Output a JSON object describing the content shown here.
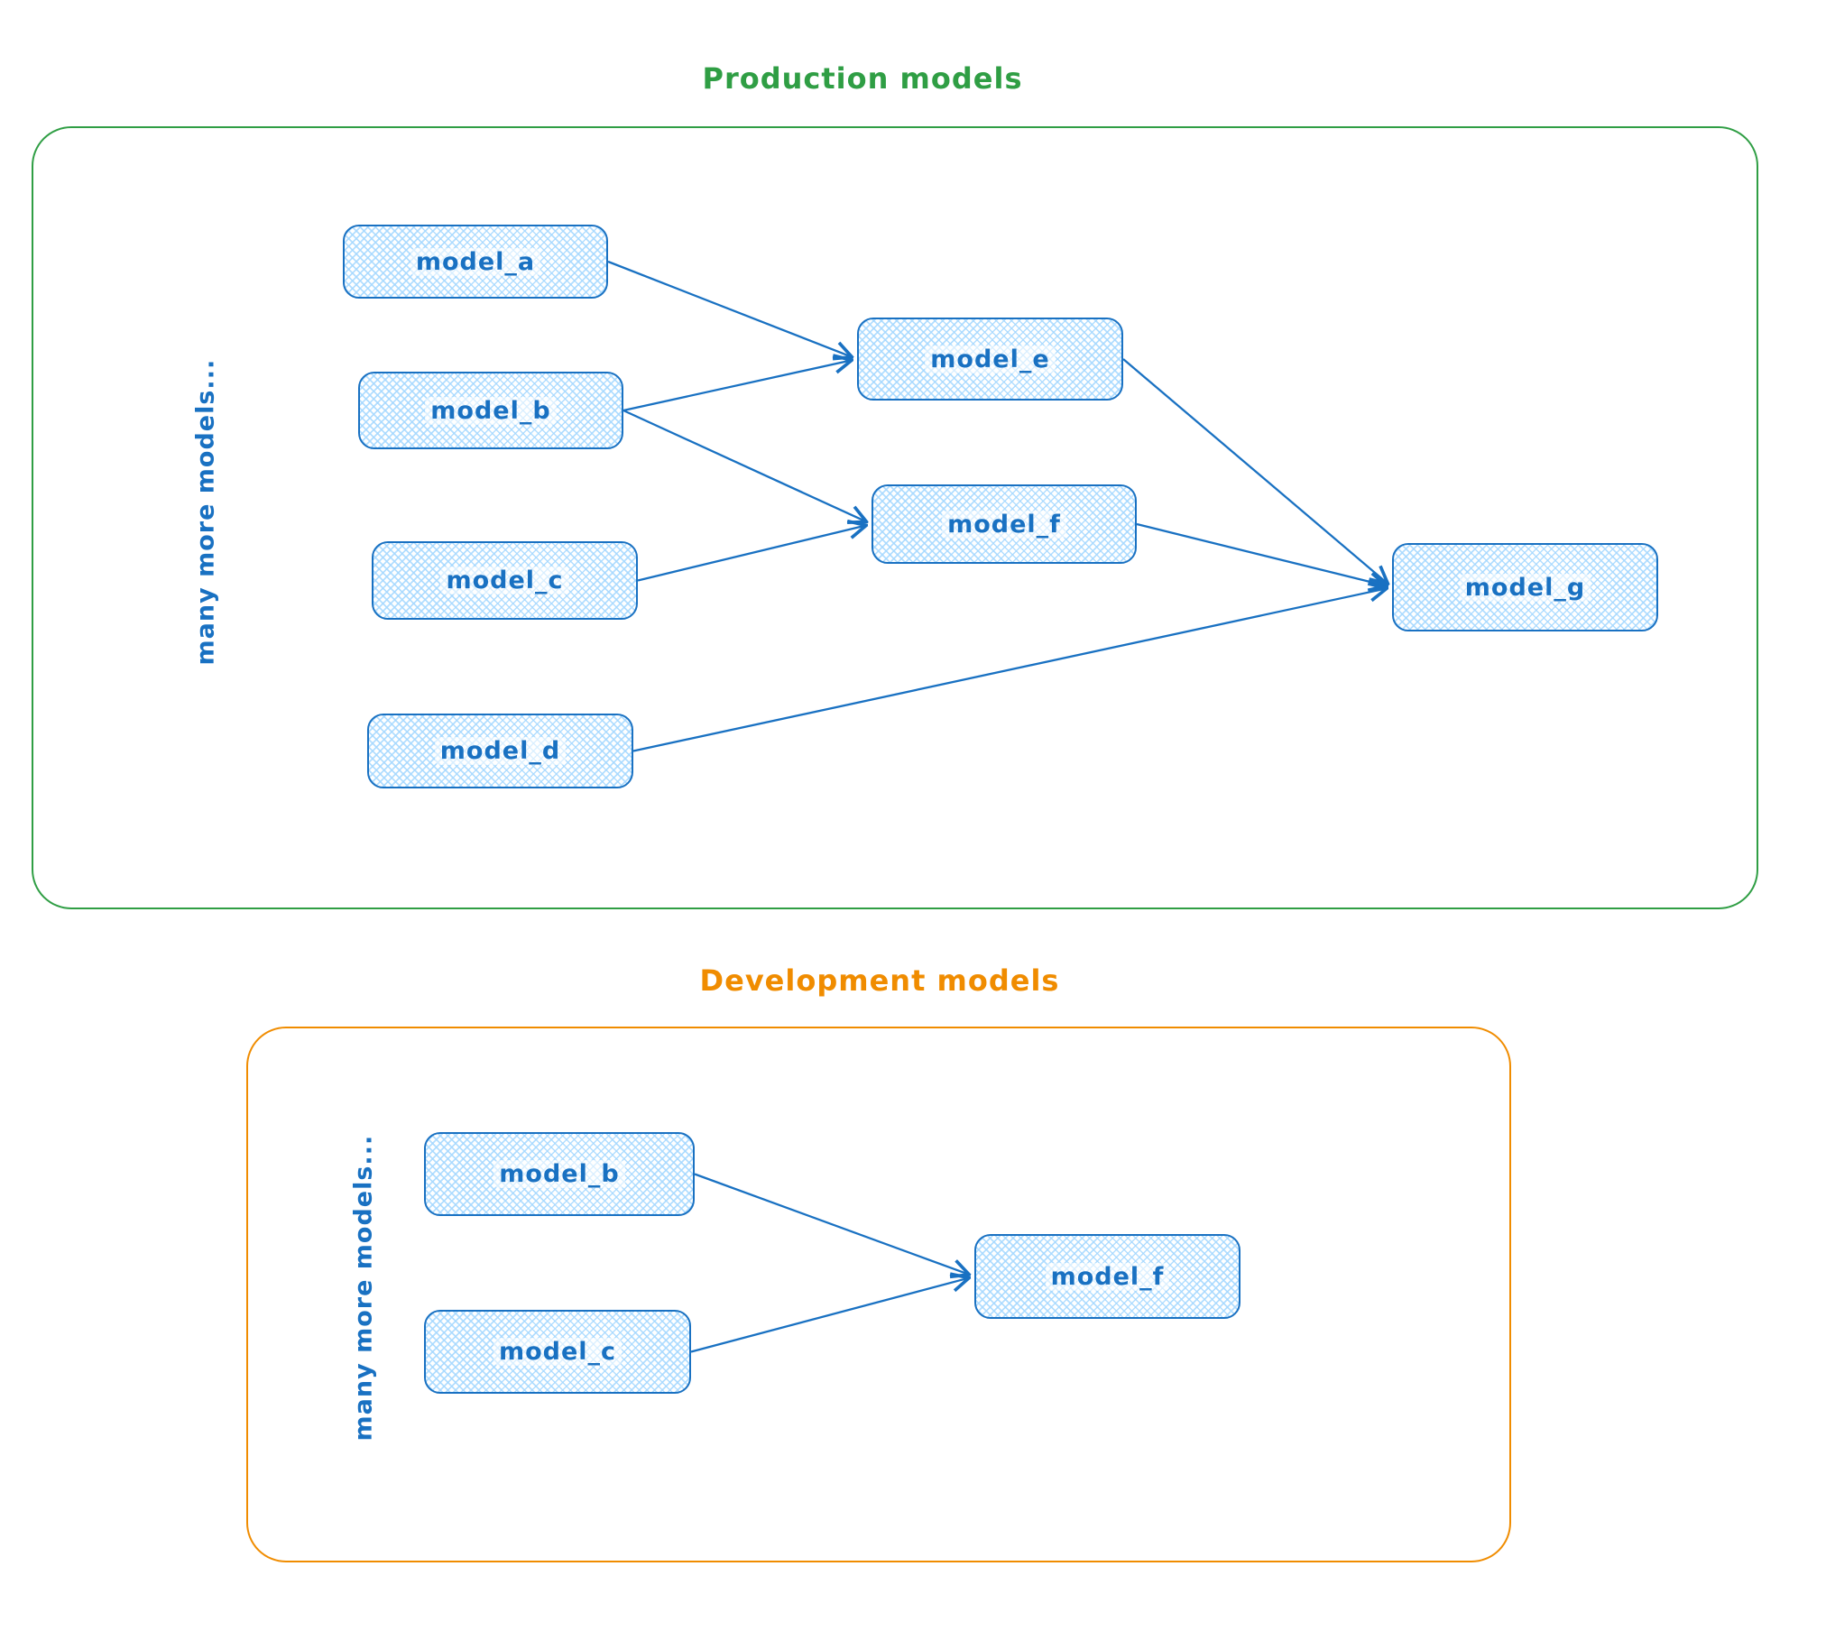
{
  "style": {
    "node_stroke": "#1971c2",
    "node_fill": "#a5d8ff",
    "production_accent": "#2f9e44",
    "development_accent": "#f08c00"
  },
  "production": {
    "title": "Production models",
    "side_label": "many more models...",
    "nodes": {
      "model_a": {
        "label": "model_a"
      },
      "model_b": {
        "label": "model_b"
      },
      "model_c": {
        "label": "model_c"
      },
      "model_d": {
        "label": "model_d"
      },
      "model_e": {
        "label": "model_e"
      },
      "model_f": {
        "label": "model_f"
      },
      "model_g": {
        "label": "model_g"
      }
    },
    "edges": [
      {
        "from": "model_a",
        "to": "model_e"
      },
      {
        "from": "model_b",
        "to": "model_e"
      },
      {
        "from": "model_b",
        "to": "model_f"
      },
      {
        "from": "model_c",
        "to": "model_f"
      },
      {
        "from": "model_e",
        "to": "model_g"
      },
      {
        "from": "model_f",
        "to": "model_g"
      },
      {
        "from": "model_d",
        "to": "model_g"
      }
    ]
  },
  "development": {
    "title": "Development models",
    "side_label": "many more models...",
    "nodes": {
      "model_b": {
        "label": "model_b"
      },
      "model_c": {
        "label": "model_c"
      },
      "model_f": {
        "label": "model_f"
      }
    },
    "edges": [
      {
        "from": "model_b",
        "to": "model_f"
      },
      {
        "from": "model_c",
        "to": "model_f"
      }
    ]
  }
}
